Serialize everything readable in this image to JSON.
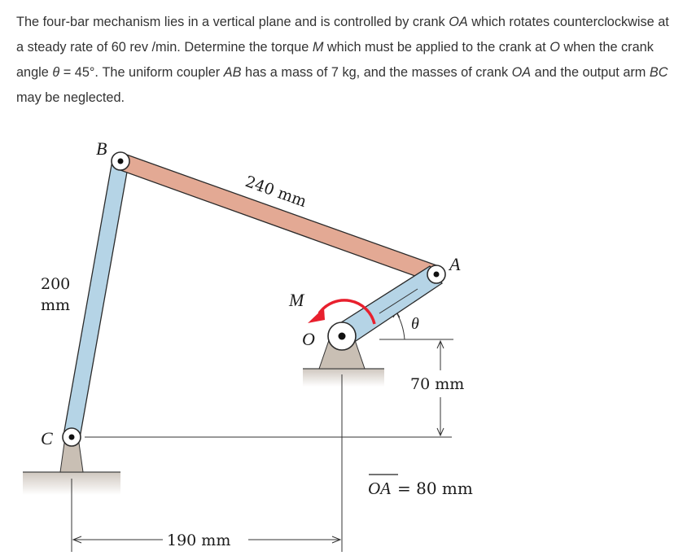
{
  "problem": {
    "segments": [
      {
        "t": "The four-bar mechanism lies in a vertical plane and is controlled by crank "
      },
      {
        "t": "OA",
        "italic": true
      },
      {
        "t": " which rotates counterclockwise at a steady rate of 60 rev /min. Determine the torque "
      },
      {
        "t": "M",
        "italic": true
      },
      {
        "t": " which must be applied to the crank at "
      },
      {
        "t": "O",
        "italic": true
      },
      {
        "t": " when the crank angle "
      },
      {
        "t": "θ",
        "italic": true
      },
      {
        "t": " = 45°. The uniform coupler "
      },
      {
        "t": "AB",
        "italic": true
      },
      {
        "t": " has a mass of 7 kg, and the masses of crank "
      },
      {
        "t": "OA",
        "italic": true
      },
      {
        "t": " and the output arm "
      },
      {
        "t": "BC",
        "italic": true
      },
      {
        "t": " may be neglected."
      }
    ]
  },
  "figure": {
    "labels": {
      "B": "B",
      "A": "A",
      "C": "C",
      "O": "O",
      "M": "M",
      "theta": "θ",
      "coupler_length": "240 mm",
      "arm_length_line1": "200",
      "arm_length_line2": "mm",
      "vertical_offset": "70 mm",
      "horizontal_distance": "190 mm",
      "crank_length_name": "OA",
      "crank_length_value": " = 80 mm"
    },
    "colors": {
      "coupler": "#e3a994",
      "arm": "#b5d4e6",
      "support": "#c9bfb4",
      "ground": "#d9d3cc",
      "torque_arrow": "#e8202e",
      "outline": "#2a2a2a"
    }
  }
}
